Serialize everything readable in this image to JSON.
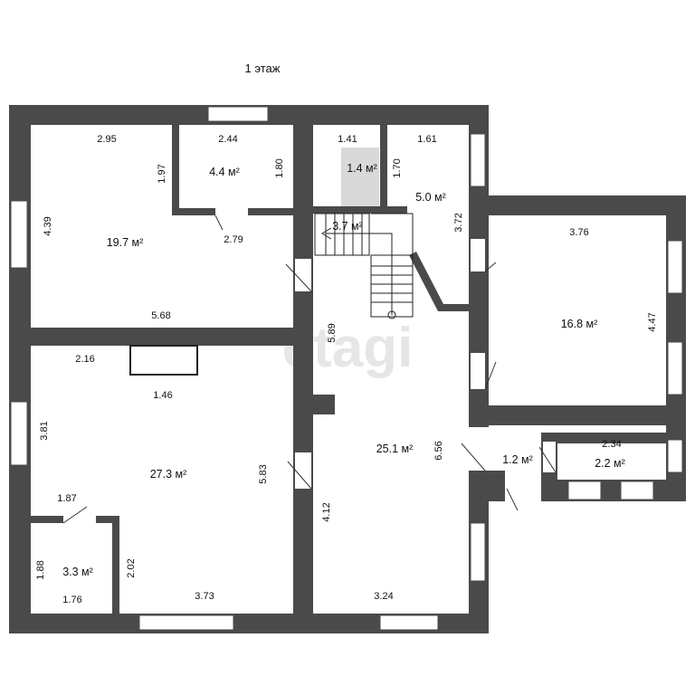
{
  "title": "1 этаж",
  "watermark": "etagi",
  "colors": {
    "wall": "#4a4a4a",
    "background": "#ffffff",
    "watermark": "#e6e6e6",
    "shaft": "#d9d9d9"
  },
  "rooms": {
    "r1": {
      "area": "19.7 м²",
      "dims": [
        "2.95",
        "1.97",
        "4.39",
        "5.68",
        "2.79"
      ]
    },
    "r2": {
      "area": "4.4 м²",
      "dims": [
        "2.44",
        "1.80"
      ]
    },
    "r3": {
      "area": "1.4 м²",
      "dims": [
        "1.41"
      ]
    },
    "r4": {
      "area": "5.0 м²",
      "dims": [
        "1.61",
        "1.70",
        "3.72"
      ]
    },
    "stair": {
      "area": "3.7 м²"
    },
    "r5": {
      "area": "16.8 м²",
      "dims": [
        "3.76",
        "4.47"
      ]
    },
    "r6": {
      "area": "27.3 м²",
      "dims": [
        "2.16",
        "1.46",
        "3.81",
        "5.83",
        "3.73"
      ]
    },
    "r7": {
      "area": "3.3 м²",
      "dims": [
        "1.87",
        "1.88",
        "2.02",
        "1.76"
      ]
    },
    "r8": {
      "area": "25.1 м²",
      "dims": [
        "5.89",
        "6.56",
        "4.12",
        "3.24"
      ]
    },
    "r9": {
      "area": "1.2 м²"
    },
    "r10": {
      "area": "2.2 м²",
      "dims": [
        "2.34"
      ]
    }
  }
}
